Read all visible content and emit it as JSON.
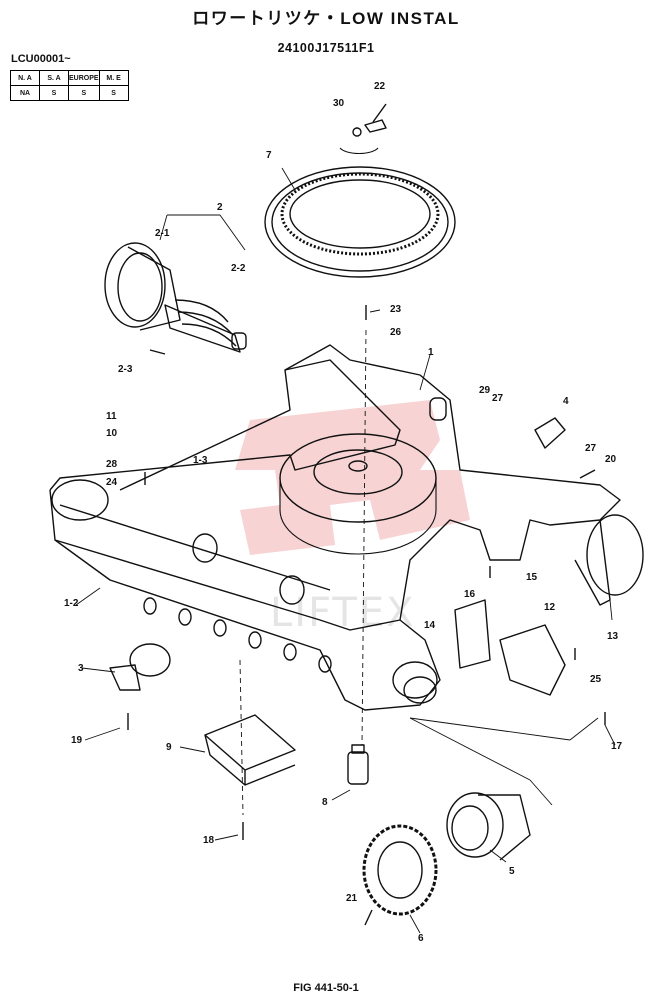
{
  "header": {
    "title": "ロワートリツケ・LOW INSTAL",
    "part_number": "24100J17511F1",
    "serial_range": "LCU00001~"
  },
  "region_table": {
    "headers": [
      "N. A",
      "S. A",
      "EUROPE",
      "M. E"
    ],
    "values": [
      "NA",
      "S",
      "S",
      "S"
    ]
  },
  "watermark": "LIFTEX",
  "callouts": [
    "1",
    "1-2",
    "1-3",
    "2",
    "2-1",
    "2-2",
    "2-3",
    "3",
    "4",
    "5",
    "6",
    "7",
    "8",
    "9",
    "10",
    "11",
    "12",
    "13",
    "14",
    "15",
    "16",
    "17",
    "18",
    "19",
    "20",
    "21",
    "22",
    "23",
    "24",
    "25",
    "26",
    "27",
    "27",
    "28",
    "29",
    "30"
  ],
  "footer": {
    "figure": "FIG 441-50-1"
  }
}
